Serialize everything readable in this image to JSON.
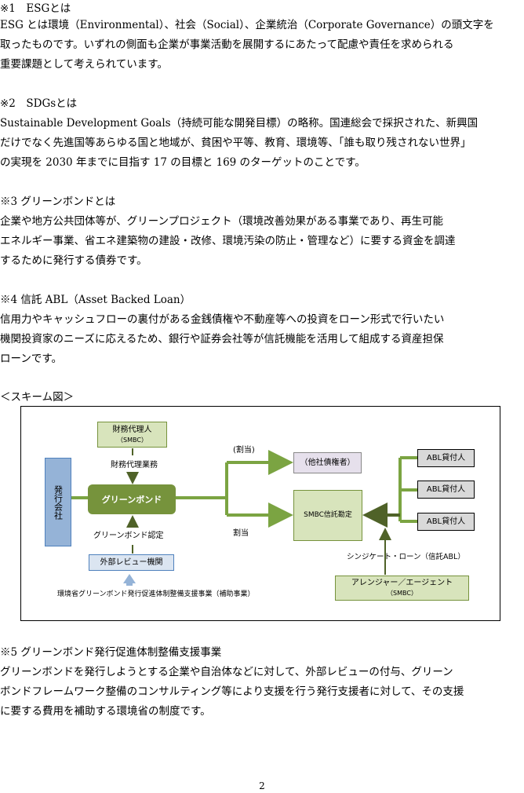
{
  "notes": {
    "esg": {
      "heading": "※1　ESGとは",
      "lines": [
        "ESG とは環境（Environmental）、社会（Social）、企業統治（Corporate Governance）の頭文字を",
        "取ったものです。いずれの側面も企業が事業活動を展開するにあたって配慮や責任を求められる",
        "重要課題として考えられています。"
      ]
    },
    "sdgs": {
      "heading": "※2　SDGsとは",
      "lines": [
        "Sustainable Development Goals（持続可能な開発目標）の略称。国連総会で採択された、新興国",
        "だけでなく先進国等あらゆる国と地域が、貧困や平等、教育、環境等、「誰も取り残されない世界」",
        "の実現を 2030 年までに目指す 17 の目標と 169 のターゲットのことです。"
      ]
    },
    "green_bond": {
      "heading": "※3 グリーンボンドとは",
      "lines": [
        "企業や地方公共団体等が、グリーンプロジェクト（環境改善効果がある事業であり、再生可能",
        "エネルギー事業、省エネ建築物の建設・改修、環境汚染の防止・管理など）に要する資金を調達",
        "するために発行する債券です。"
      ]
    },
    "abl": {
      "heading": "※4 信託 ABL（Asset Backed Loan）",
      "lines": [
        "信用力やキャッシュフローの裏付がある金銭債権や不動産等への投資をローン形式で行いたい",
        "機関投資家のニーズに応えるため、銀行や証券会社等が信託機能を活用して組成する資産担保",
        "ローンです。"
      ]
    },
    "scheme_title": "＜スキーム図＞",
    "support": {
      "heading": "※5 グリーンボンド発行促進体制整備支援事業",
      "lines": [
        "グリーンボンドを発行しようとする企業や自治体などに対して、外部レビューの付与、グリーン",
        "ボンドフレームワーク整備のコンサルティング等により支援を行う発行支援者に対して、その支援",
        "に要する費用を補助する環境省の制度です。"
      ]
    }
  },
  "scheme": {
    "fiscal_agent": {
      "name": "財務代理人",
      "sub": "（SMBC）"
    },
    "fiscal_agent_service": "財務代理業務",
    "issuer": "発行会社",
    "green_bond": "グリーンボンド",
    "certification": "グリーンボンド認定",
    "external_review": "外部レビュー機関",
    "subsidy_program": "環境省グリーンボンド発行促進体制整備支援事業（補助事業）",
    "allotment_top": "(割当)",
    "allotment_bottom": "割当",
    "other_bondholders": "（他社債権者）",
    "trust_account": "SMBC信託勘定",
    "lenders": [
      "ABL貸付人",
      "ABL貸付人",
      "ABL貸付人"
    ],
    "syndicated_loan": "シンジケート・ローン（信託ABL）",
    "arranger": {
      "name": "アレンジャー／エージェント",
      "sub": "（SMBC）"
    }
  },
  "page_number": "2"
}
